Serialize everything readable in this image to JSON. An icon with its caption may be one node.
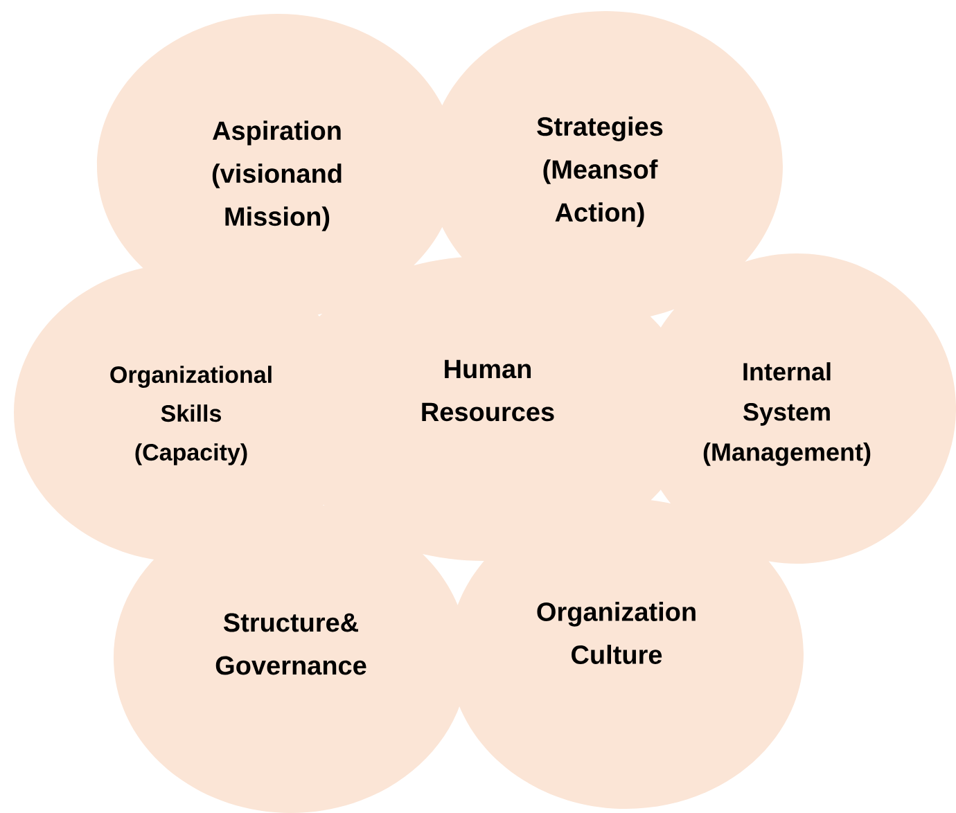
{
  "diagram": {
    "nodes": [
      {
        "text": [
          "Aspiration (visionand Mission)"
        ]
      },
      {
        "text": [
          "Strategies (Meansof Action)"
        ]
      },
      {
        "text": [
          "Organizational Skills (Capacity)"
        ]
      },
      {
        "text": [
          "Human Resources"
        ]
      },
      {
        "text": [
          "Internal System (Management)"
        ]
      },
      {
        "text": [
          "Structure& Governance"
        ]
      },
      {
        "text": [
          "Organization Culture"
        ]
      }
    ]
  }
}
